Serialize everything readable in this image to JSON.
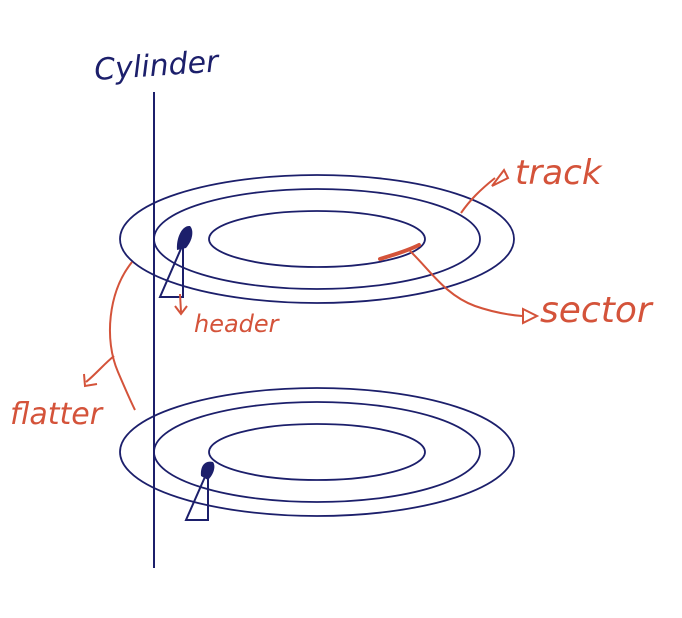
{
  "labels": {
    "cylinder": "Cylinder",
    "track": "track",
    "sector": "sector",
    "header": "header",
    "platter": "flatter"
  },
  "colors": {
    "ink_blue": "#1c1f6b",
    "ink_red": "#d4533a"
  }
}
